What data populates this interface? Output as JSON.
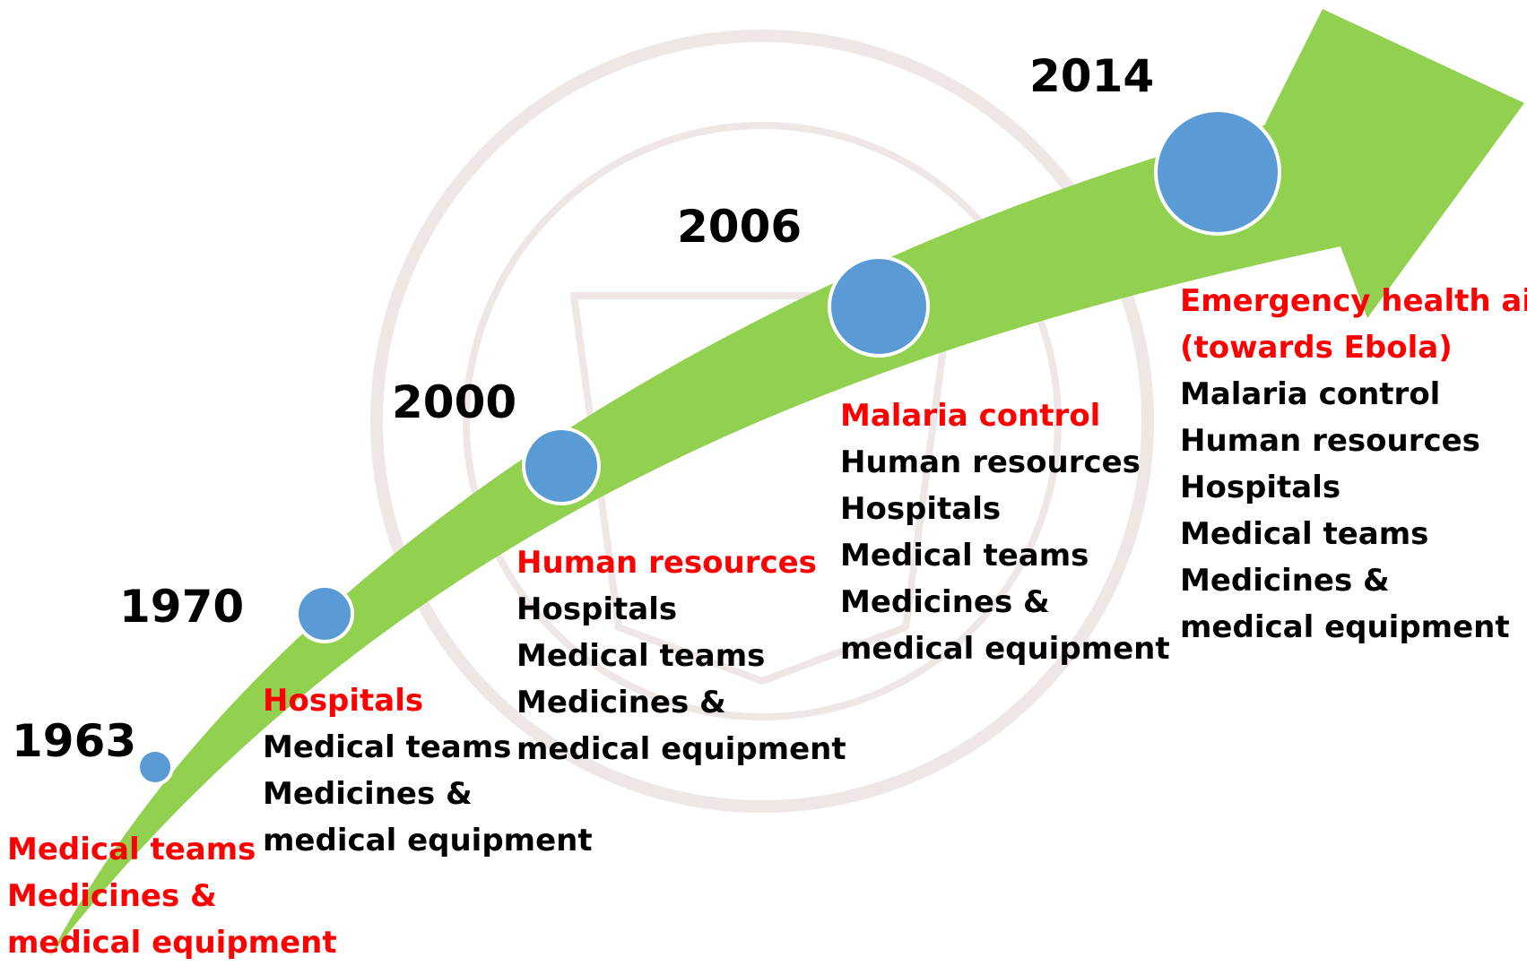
{
  "colors": {
    "arrow": "#92d050",
    "marker": "#5b9bd5",
    "marker_outline": "#ffffff",
    "highlight_text": "#ff0000",
    "body_text": "#000000",
    "watermark": "#efe6e6"
  },
  "milestones": [
    {
      "year": "1963",
      "lines": [
        "Medical teams",
        "Medicines &",
        "medical equipment"
      ],
      "highlighted_lines": 3
    },
    {
      "year": "1970",
      "lines": [
        "Hospitals",
        "Medical teams",
        "Medicines &",
        "medical equipment"
      ],
      "highlighted_lines": 1
    },
    {
      "year": "2000",
      "lines": [
        "Human resources",
        "Hospitals",
        "Medical teams",
        "Medicines &",
        "medical equipment"
      ],
      "highlighted_lines": 1
    },
    {
      "year": "2006",
      "lines": [
        "Malaria control",
        "Human resources",
        "Hospitals",
        "Medical teams",
        "Medicines &",
        "medical equipment"
      ],
      "highlighted_lines": 1
    },
    {
      "year": "2014",
      "lines": [
        "Emergency health aid",
        "(towards Ebola)",
        "Malaria control",
        "Human resources",
        "Hospitals",
        "Medical teams",
        "Medicines &",
        "medical equipment"
      ],
      "highlighted_lines": 2
    }
  ]
}
